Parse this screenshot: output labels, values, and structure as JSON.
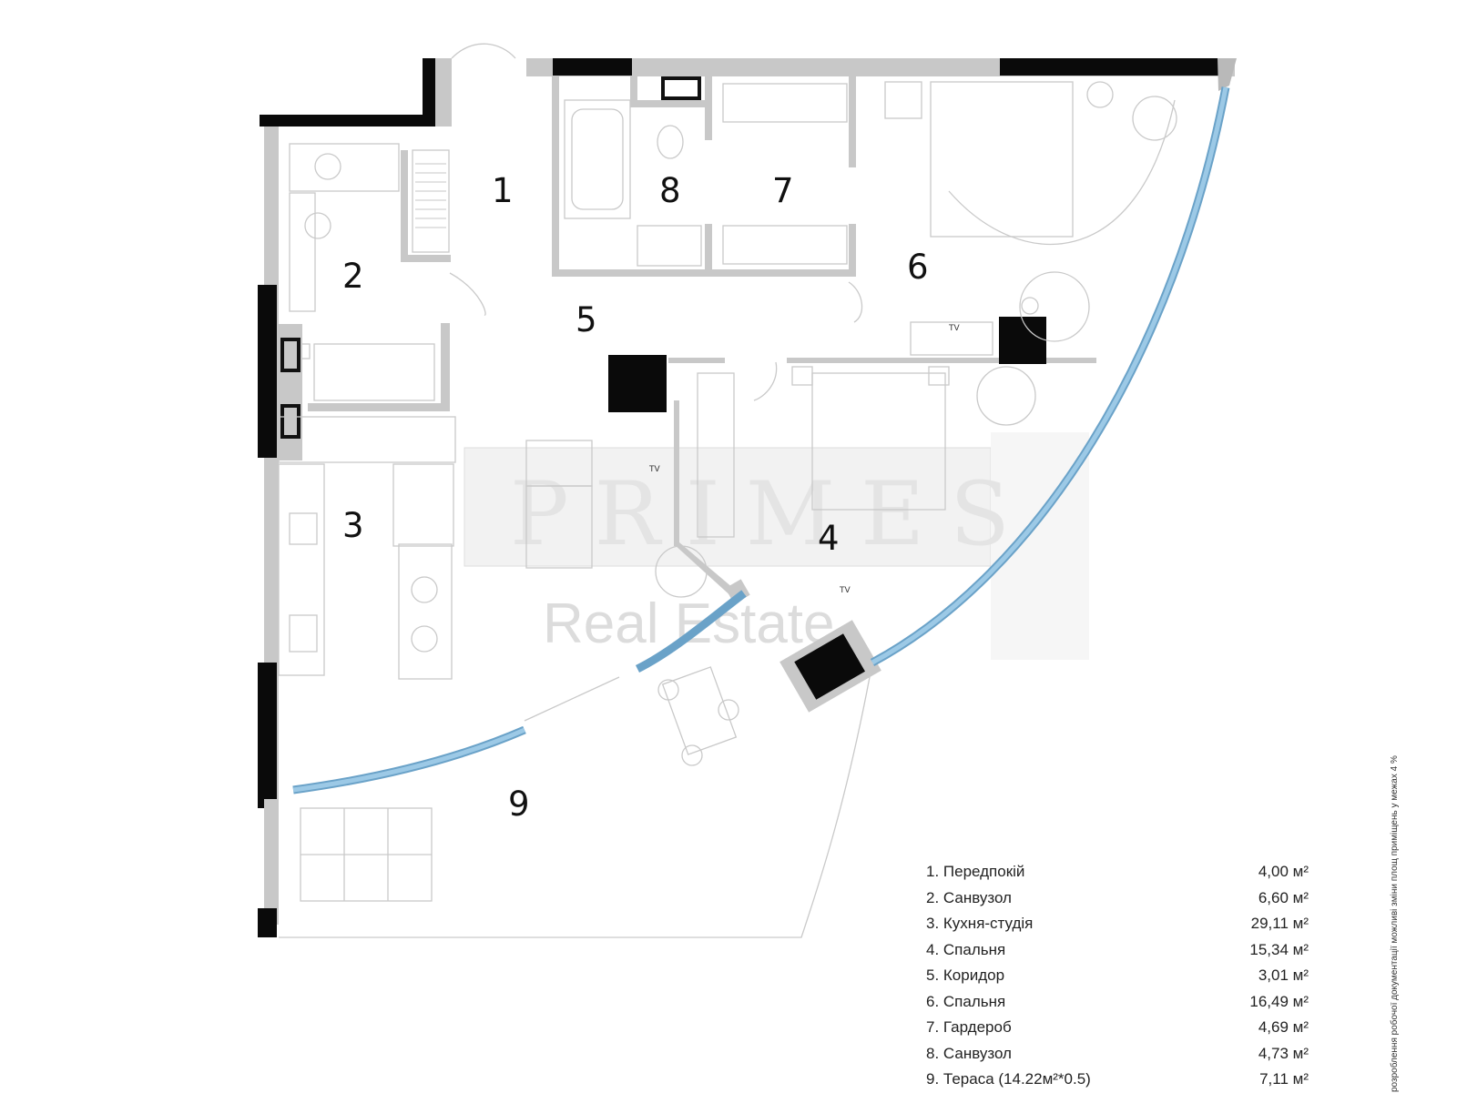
{
  "rooms": [
    {
      "num": "1",
      "label": "1. Передпокій",
      "area": "4,00 м²"
    },
    {
      "num": "2",
      "label": "2. Санвузол",
      "area": "6,60 м²"
    },
    {
      "num": "3",
      "label": "3. Кухня-студія",
      "area": "29,11 м²"
    },
    {
      "num": "4",
      "label": "4. Спальня",
      "area": "15,34 м²"
    },
    {
      "num": "5",
      "label": "5. Коридор",
      "area": "3,01 м²"
    },
    {
      "num": "6",
      "label": "6. Спальня",
      "area": "16,49 м²"
    },
    {
      "num": "7",
      "label": "7. Гардероб",
      "area": "4,69 м²"
    },
    {
      "num": "8",
      "label": "8. Санвузол",
      "area": "4,73 м²"
    },
    {
      "num": "9",
      "label": "9. Тераса (14.22м²*0.5)",
      "area": "7,11 м²"
    }
  ],
  "tv_label": "TV",
  "watermark": {
    "letters": "PRIMES",
    "subtitle": "Real Estate"
  },
  "side_note": "розроблення робочої документації можливі зміни площ приміщень у межах 4 %",
  "colors": {
    "wall": "#0a0a0a",
    "partition": "#c8c8c8",
    "glass": "#6aa2c8"
  }
}
